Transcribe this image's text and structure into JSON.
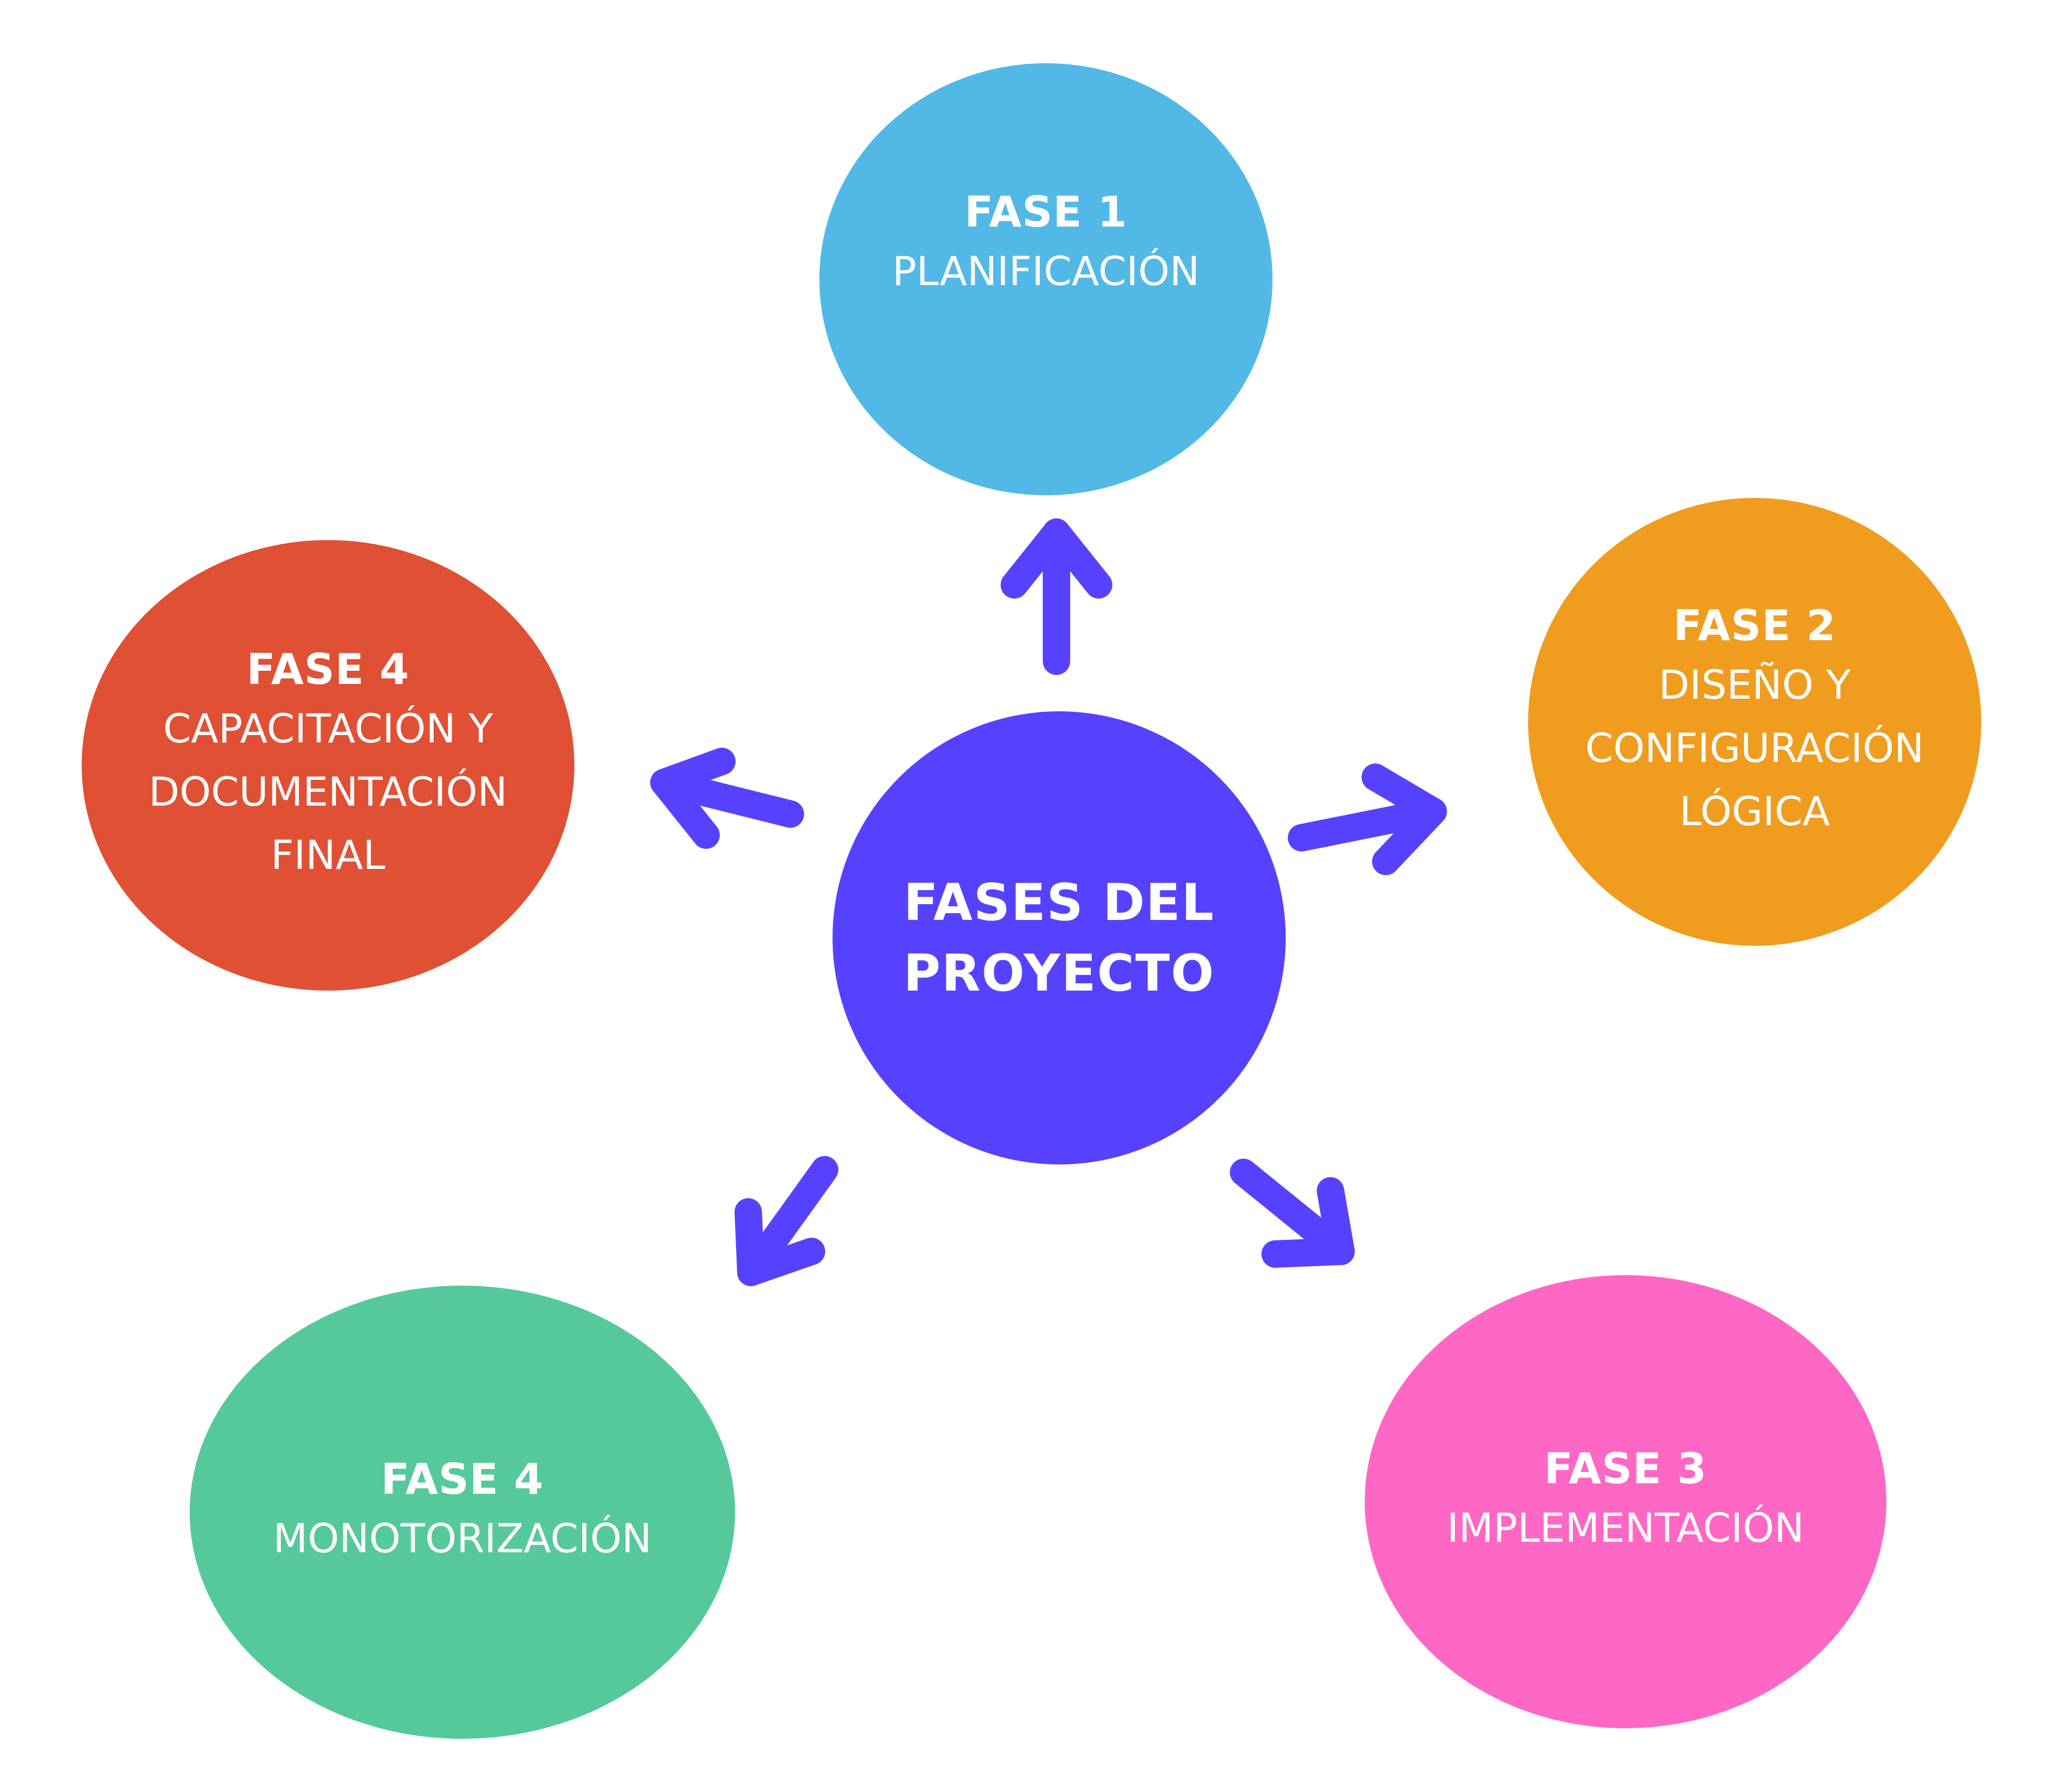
{
  "colors": {
    "background": "#ffffff",
    "center": "#5642FE",
    "arrows": "#5642FE",
    "phase1": "#52B9E6",
    "phase2": "#F09C1E",
    "phase3": "#FF67C4",
    "phase4_left": "#E05034",
    "phase4_bottom": "#55C99B",
    "text": "#ffffff"
  },
  "center": {
    "lines": [
      "FASES DEL",
      "PROYECTO"
    ]
  },
  "phases": {
    "fase1": {
      "label": "FASE 1",
      "lines": [
        "PLANIFICACIÓN"
      ]
    },
    "fase2": {
      "label": "FASE 2",
      "lines": [
        "DISEÑO Y",
        "CONFIGURACIÓN",
        "LÓGICA"
      ]
    },
    "fase3": {
      "label": "FASE 3",
      "lines": [
        "IMPLEMENTACIÓN"
      ]
    },
    "fase4_left": {
      "label": "FASE 4",
      "lines": [
        "CAPACITACIÓN Y",
        "DOCUMENTACIÓN",
        "FINAL"
      ]
    },
    "fase4_bottom": {
      "label": "FASE 4",
      "lines": [
        "MONOTORIZACIÓN"
      ]
    }
  },
  "arrows": [
    {
      "from": "center",
      "to": "fase1",
      "icon": "arrow-up-icon"
    },
    {
      "from": "center",
      "to": "fase2",
      "icon": "arrow-right-icon"
    },
    {
      "from": "center",
      "to": "fase3",
      "icon": "arrow-down-right-icon"
    },
    {
      "from": "center",
      "to": "fase4_bottom",
      "icon": "arrow-down-left-icon"
    },
    {
      "from": "center",
      "to": "fase4_left",
      "icon": "arrow-left-icon"
    }
  ]
}
